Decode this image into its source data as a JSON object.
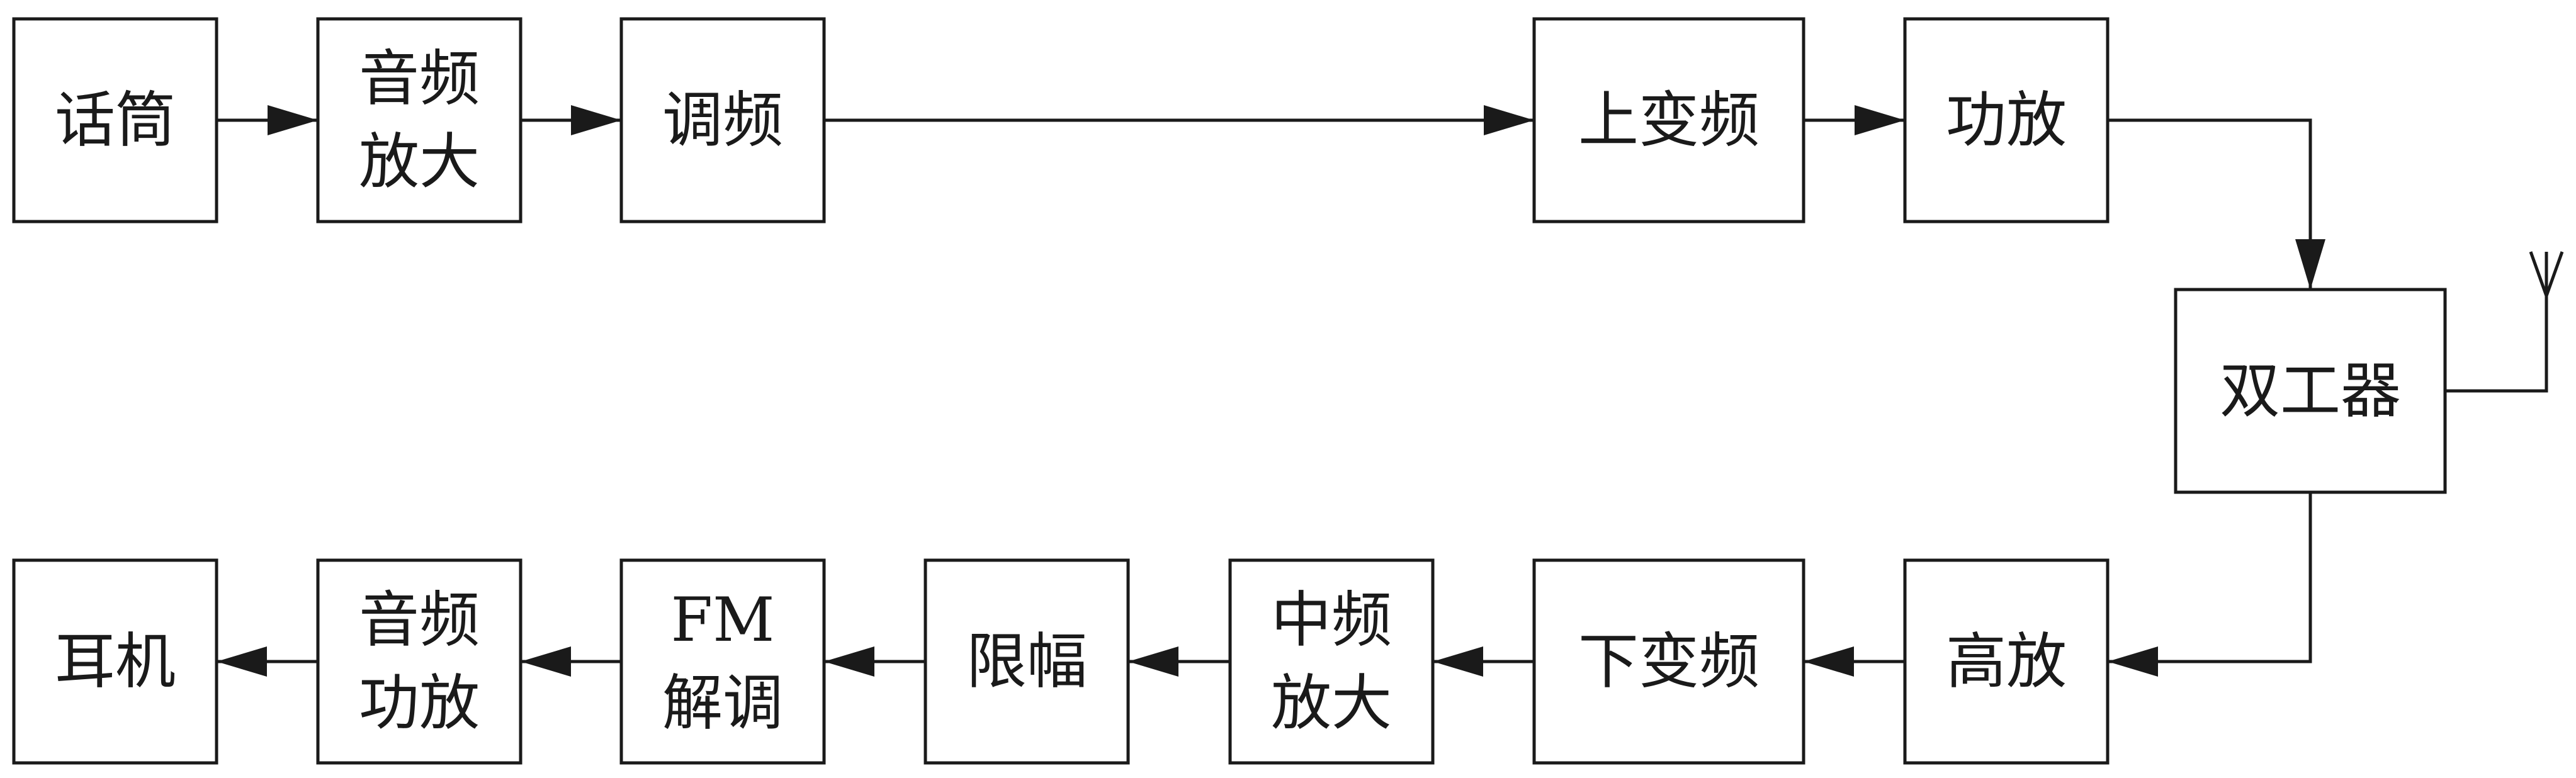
{
  "diagram": {
    "blocks": {
      "mic": [
        "话筒"
      ],
      "audio_amp_tx": [
        "音频",
        "放大"
      ],
      "modulator": [
        "调频"
      ],
      "upconverter": [
        "上变频"
      ],
      "power_amp": [
        "功放"
      ],
      "duplexer": [
        "双工器"
      ],
      "lna": [
        "高放"
      ],
      "downconverter": [
        "下变频"
      ],
      "if_amp": [
        "中频",
        "放大"
      ],
      "limiter": [
        "限幅"
      ],
      "fm_demod": [
        "FM",
        "解调"
      ],
      "audio_pa_rx": [
        "音频",
        "功放"
      ],
      "earphone": [
        "耳机"
      ]
    },
    "colors": {
      "stroke": "#1a1a1a",
      "fill": "#ffffff"
    },
    "icons": {
      "antenna": "antenna-icon"
    }
  }
}
